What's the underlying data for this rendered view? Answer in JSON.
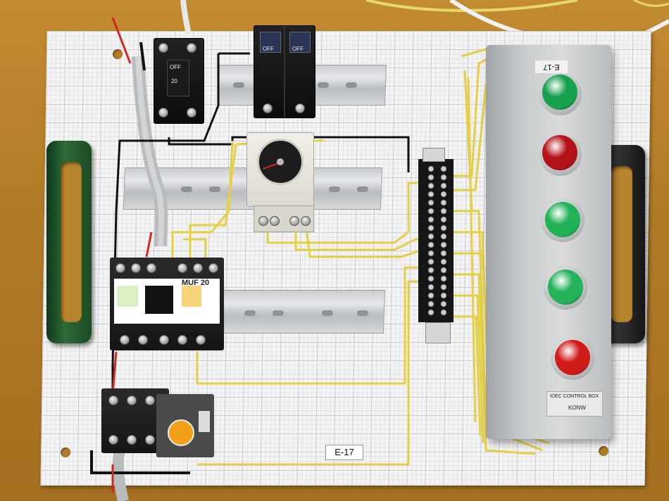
{
  "scene": {
    "description_labels": {
      "board_tag": "E-17",
      "box_tag": "E-17",
      "contactor_model": "MUF 20",
      "breaker_state": "OFF",
      "breaker_rating": "20",
      "fuse_left": "OFF",
      "fuse_right": "OFF",
      "control_box_brand": "IDEC CONTROL BOX",
      "control_box_model": "KONW"
    },
    "colors": {
      "table": "#b8842e",
      "board": "#f4f4f2",
      "grid": "#c9ccd6",
      "wire_yellow": "#e8d44d",
      "wire_black": "#111111",
      "wire_red": "#d0281e",
      "handle_green": "#1f5a2c",
      "control_box": "#c9ccce",
      "lamp_green": "#1fa055",
      "lamp_red": "#b0181e"
    },
    "lamps": [
      {
        "name": "pilot-lamp-green",
        "color": "#17a04d"
      },
      {
        "name": "pilot-lamp-red",
        "color": "#b3121a"
      },
      {
        "name": "push-button-green-1",
        "color": "#21b256"
      },
      {
        "name": "push-button-green-2",
        "color": "#24b25a"
      },
      {
        "name": "push-button-red",
        "color": "#d01b1b"
      }
    ]
  }
}
